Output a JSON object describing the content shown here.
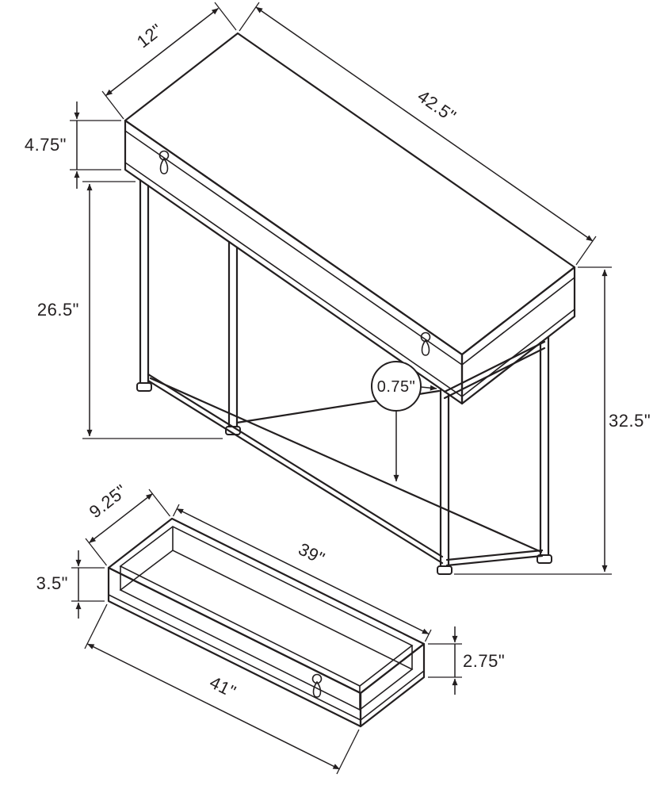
{
  "drawing_type": "furniture-dimension-diagram",
  "dimensions": {
    "top_depth": "12\"",
    "top_length": "42.5\"",
    "top_thickness": "4.75\"",
    "leg_height": "26.5\"",
    "overall_height": "32.5\"",
    "frame_tube": "0.75\"",
    "drawer_depth": "9.25\"",
    "drawer_inner_length": "39\"",
    "drawer_side_height": "3.5\"",
    "drawer_outer_length": "41\"",
    "drawer_front_height": "2.75\""
  },
  "colors": {
    "line": "#231f20",
    "background": "#ffffff"
  }
}
